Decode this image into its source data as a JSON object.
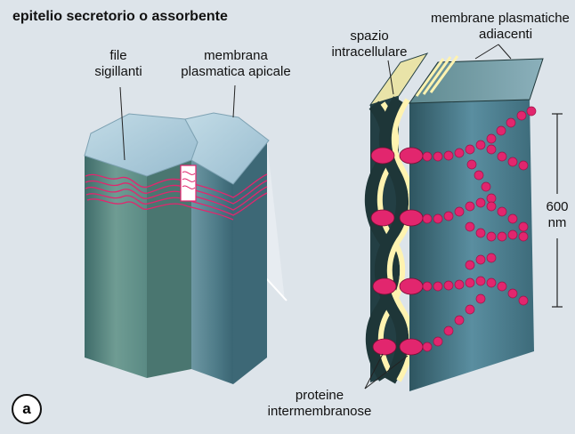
{
  "title": "epitelio secretorio o assorbente",
  "panel_letter": "a",
  "labels": {
    "file_sigillanti": [
      "file",
      "sigillanti"
    ],
    "membrana_apicale": [
      "membrana",
      "plasmatica apicale"
    ],
    "spazio": [
      "spazio",
      "intracellulare"
    ],
    "membrane_adiacenti": [
      "membrane plasmatiche",
      "adiacenti"
    ],
    "scale": [
      "600",
      "nm"
    ],
    "proteine": [
      "proteine",
      "intermembranose"
    ]
  },
  "colors": {
    "background": "#dde4ea",
    "cell_top": "#a9c8d8",
    "cell_side_left": "#5f8e86",
    "cell_side_right": "#4f7d88",
    "membrane_dark": "#243b3c",
    "membrane_light": "#fff3b0",
    "strand": "#e2266e"
  }
}
